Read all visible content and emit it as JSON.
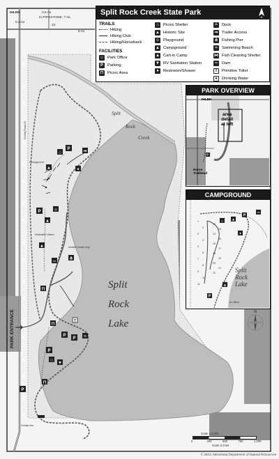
{
  "legend": {
    "title": "Split Rock Creek State Park",
    "trails_heading": "TRAILS",
    "facilities_heading": "FACILITIES",
    "trails": [
      {
        "name": "hiking",
        "label": "Hiking",
        "style": "dotted"
      },
      {
        "name": "hiking-club",
        "label": "Hiking Club",
        "style": "solid"
      },
      {
        "name": "hiking-horseback",
        "label": "Hiking/Horseback",
        "style": "dashed"
      }
    ],
    "facilities_col1": [
      {
        "icon": "park-office-icon",
        "glyph": "⌂",
        "label": "Park Office"
      },
      {
        "icon": "parking-icon",
        "glyph": "P",
        "label": "Parking"
      },
      {
        "icon": "picnic-area-icon",
        "glyph": "⊓",
        "label": "Picnic Area"
      }
    ],
    "facilities_col2": [
      {
        "icon": "picnic-shelter-icon",
        "glyph": "⌂",
        "label": "Picnic Shelter"
      },
      {
        "icon": "historic-site-icon",
        "glyph": "▲",
        "label": "Historic Site"
      },
      {
        "icon": "playground-icon",
        "glyph": "☺",
        "label": "Playground"
      },
      {
        "icon": "campground-icon",
        "glyph": "▲",
        "label": "Campground"
      },
      {
        "icon": "cart-in-camp-icon",
        "glyph": "▲",
        "label": "Cart-in Camp"
      },
      {
        "icon": "rv-sanitation-icon",
        "glyph": "▼",
        "label": "RV Sanitation Station"
      },
      {
        "icon": "restroom-shower-icon",
        "glyph": "♦",
        "label": "Restroom/Shower"
      }
    ],
    "facilities_col3": [
      {
        "icon": "dock-icon",
        "glyph": "╧",
        "label": "Dock"
      },
      {
        "icon": "trailer-access-icon",
        "glyph": "⇒",
        "label": "Trailer Access"
      },
      {
        "icon": "fishing-pier-icon",
        "glyph": "⋔",
        "label": "Fishing Pier"
      },
      {
        "icon": "swimming-beach-icon",
        "glyph": "≈",
        "label": "Swimming Beach"
      },
      {
        "icon": "fish-cleaning-icon",
        "glyph": "⋈",
        "label": "Fish Cleaning Shelter"
      },
      {
        "icon": "dam-icon",
        "glyph": "═",
        "label": "Dam"
      },
      {
        "icon": "primitive-toilet-icon",
        "glyph": "T",
        "label": "Primitive Toilet",
        "light": true
      },
      {
        "icon": "drinking-water-icon",
        "glyph": "●",
        "label": "Drinking Water",
        "light": true
      }
    ]
  },
  "top_labels": {
    "ihlen": "IHLEN",
    "dist1": "0.5 mi",
    "dist2": "0.2 mi",
    "pipestone": "to PIPESTONE, 7 mi.",
    "road23": "23",
    "dist3": "5 mi"
  },
  "road_labels": {
    "road_a": "County Road 20",
    "road_b": "Dunlap Ave"
  },
  "map_labels": {
    "creek": [
      "Split",
      "Rock",
      "Creek"
    ],
    "lake": [
      "Split",
      "Rock",
      "Lake"
    ],
    "park_entrance": "PARK ENTRANCE",
    "walkable_water": "Walkable Water",
    "smaller_boats": "smaller boats only",
    "campground_label": "Campground"
  },
  "overview": {
    "title": "PARK OVERVIEW",
    "town": "IHLEN",
    "area_detail": [
      "area",
      "detail",
      "at left"
    ],
    "horse_trailhead": [
      "Horse",
      "Trailhead"
    ]
  },
  "campground_inset": {
    "title": "CAMPGROUND",
    "lake": [
      "Split",
      "Rock",
      "Lake"
    ],
    "to_office": "to office",
    "sites": [
      "1",
      "2",
      "3",
      "4",
      "5",
      "6",
      "7",
      "8",
      "9",
      "10",
      "11",
      "12",
      "13",
      "14",
      "15",
      "16",
      "17",
      "18",
      "19",
      "20",
      "21",
      "22"
    ]
  },
  "scale": {
    "ticks": [
      "0",
      "250",
      "500",
      "750",
      "1,000"
    ],
    "label": "Scale in Feet",
    "ratio": "Scale 1:5,500"
  },
  "copyright": "© 2023, Minnesota Department of Natural Resources"
}
